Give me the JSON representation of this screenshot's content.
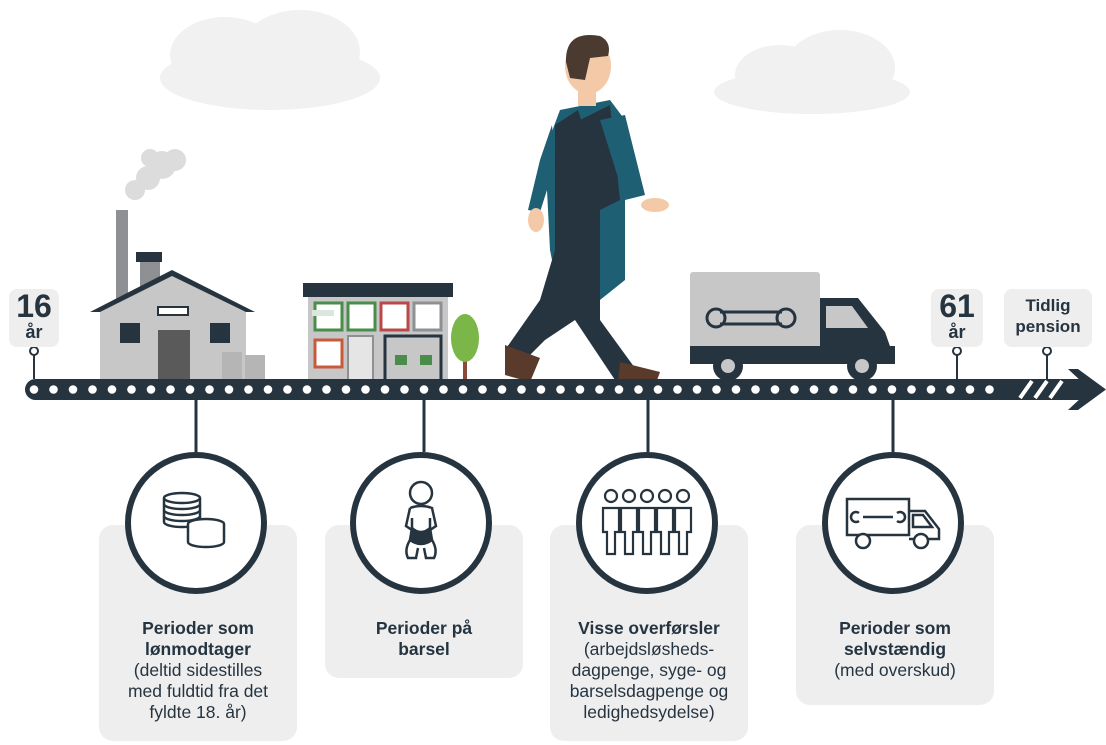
{
  "timeline": {
    "start_age": {
      "number": "16",
      "unit": "år"
    },
    "end_age": {
      "number": "61",
      "unit": "år"
    },
    "pension_label": "Tidlig\npension"
  },
  "periods": [
    {
      "title": "Perioder som\nlønmodtager",
      "description": "(deltid sidestilles\nmed fuldtid fra det\nfyldte 18. år)",
      "icon": "coins-icon"
    },
    {
      "title": "Perioder på\nbarsel",
      "description": "",
      "icon": "baby-icon"
    },
    {
      "title": "Visse overførsler",
      "description": "(arbejdsløsheds-\ndagpenge, syge- og\nbarselsdagpenge og\nledighedsydelse)",
      "icon": "people-group-icon"
    },
    {
      "title": "Perioder som\nselvstændig",
      "description": "(med overskud)",
      "icon": "van-icon"
    }
  ],
  "colors": {
    "navy": "#263440",
    "grey_card": "#eeeeee",
    "teal": "#1f5f74",
    "factory_grey": "#c7c7c7"
  }
}
